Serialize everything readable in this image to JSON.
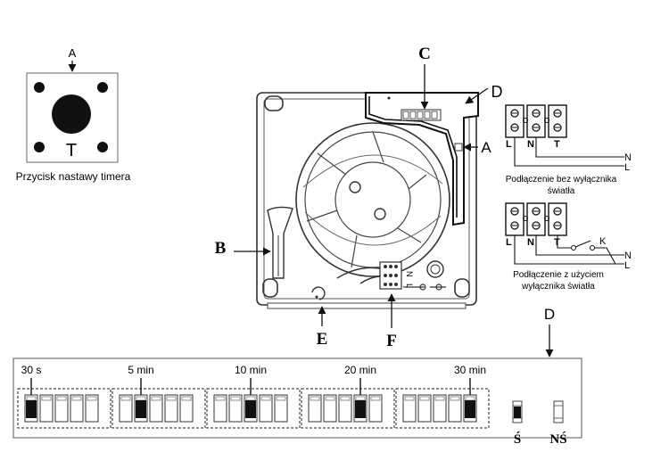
{
  "timer_button": {
    "pointer_letter": "A",
    "button_letter": "T",
    "caption": "Przycisk nastawy timera"
  },
  "device": {
    "callouts": {
      "A": "A",
      "B": "B",
      "C": "C",
      "D": "D",
      "E": "E",
      "F": "F"
    },
    "terminal_marks": [
      "N",
      "L"
    ]
  },
  "wiring": {
    "diagram1": {
      "terminals": [
        "L",
        "N",
        "T"
      ],
      "lines": [
        "N",
        "L"
      ],
      "caption_line1": "Podłączenie bez wyłącznika",
      "caption_line2": "światła"
    },
    "diagram2": {
      "terminals": [
        "L",
        "N",
        "T"
      ],
      "lines": [
        "N",
        "L"
      ],
      "switch_label": "K",
      "caption_line1": "Podłączenie z użyciem",
      "caption_line2": "wyłącznika światła"
    }
  },
  "dip_panel": {
    "pointer_letter": "D",
    "groups": [
      {
        "label": "30 s",
        "active_index": 0
      },
      {
        "label": "5 min",
        "active_index": 1
      },
      {
        "label": "10 min",
        "active_index": 2
      },
      {
        "label": "20 min",
        "active_index": 3
      },
      {
        "label": "30 min",
        "active_index": 4
      }
    ],
    "jumpers": [
      {
        "label": "Ś",
        "filled": true
      },
      {
        "label": "NŚ",
        "filled": false
      }
    ]
  }
}
